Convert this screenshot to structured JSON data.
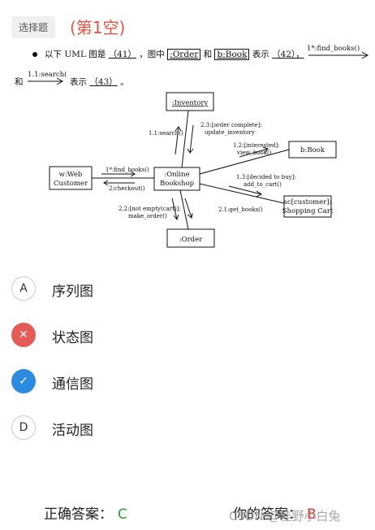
{
  "header": {
    "question_type": "选择题",
    "blank_label": "(第1空)"
  },
  "question": {
    "line1_prefix": "以下 UML 图是",
    "blank41": "（41）",
    "mid1": "，图中",
    "elem_order": ":Order",
    "and1": "和",
    "elem_book": "b:Book",
    "represents1": "表示",
    "blank42": "（42），",
    "msg_find_books": "1*:find_books()",
    "and2": "和",
    "msg_search": "1.1:search()",
    "represents2": "表示",
    "blank43": "（43）",
    "period": "。"
  },
  "diagram": {
    "objects": {
      "inventory": ":Inventory",
      "web_customer_1": "w:Web",
      "web_customer_2": "Customer",
      "bookshop_1": ":Online",
      "bookshop_2": "Bookshop",
      "book": "b:Book",
      "shopping_cart_1": "sc[customer]:",
      "shopping_cart_2": "Shopping Cart",
      "order": ":Order"
    },
    "messages": {
      "search": "1.1:search()",
      "order_complete_1": "2.3:[order complete]:",
      "order_complete_2": "update_inventory",
      "interested_1": "1.2:[interested]:",
      "interested_2": "view_book()",
      "find_books": "1*:find_books()",
      "checkout": "2:checkout()",
      "decided_1": "1.3:[decided to buy]:",
      "decided_2": "add_to_cart()",
      "not_empty_1": "2.2:[not empty(cart)]:",
      "not_empty_2": "make_order()",
      "get_books": "2.1:get_books()"
    }
  },
  "options": [
    {
      "letter": "A",
      "label": "序列图",
      "state": "plain"
    },
    {
      "letter": "✕",
      "label": "状态图",
      "state": "wrong"
    },
    {
      "letter": "✓",
      "label": "通信图",
      "state": "right"
    },
    {
      "letter": "D",
      "label": "活动图",
      "state": "plain"
    }
  ],
  "answers": {
    "correct_label": "正确答案：",
    "correct_value": "C",
    "yours_label": "你的答案：",
    "yours_value": "B"
  },
  "watermark": "CSDN @桂野小白兔",
  "colors": {
    "red": "#e8533f",
    "wrong_bg": "#e65a55",
    "right_bg": "#2b8be0",
    "correct_green": "#2e9a3c",
    "yours_red": "#e0322b"
  }
}
